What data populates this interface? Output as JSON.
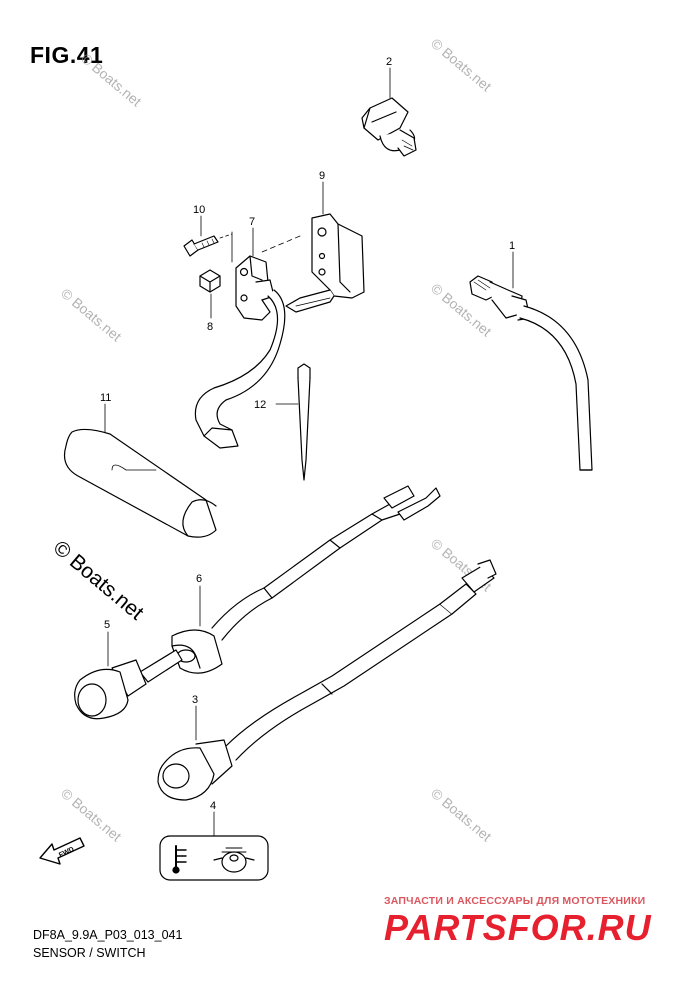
{
  "figure": {
    "title": "FIG.41",
    "code": "DF8A_9.9A_P03_013_041",
    "subtitle": "SENSOR / SWITCH"
  },
  "callouts": [
    "1",
    "2",
    "3",
    "4",
    "5",
    "6",
    "7",
    "8",
    "9",
    "10",
    "11",
    "12"
  ],
  "watermark": {
    "text": "© Boats.net",
    "large_text": "© Boats.net"
  },
  "direction_label": "FWD",
  "site_tag": "ЗАПЧАСТИ И АКСЕССУАРЫ ДЛЯ МОТОТЕХНИКИ",
  "site_logo": "PARTSFOR.RU",
  "colors": {
    "line": "#000000",
    "watermark": "#9a9a9a",
    "brand_red": "#e6202e"
  }
}
